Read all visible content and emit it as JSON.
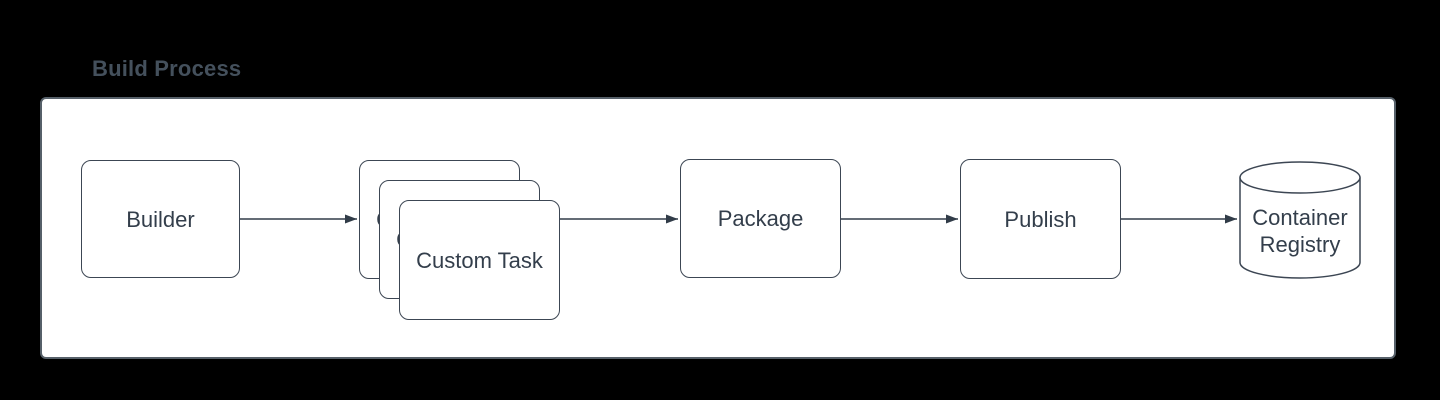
{
  "title": "Build Process",
  "nodes": {
    "builder": {
      "label": "Builder"
    },
    "custom_task": {
      "label": "Custom Task"
    },
    "package": {
      "label": "Package"
    },
    "publish": {
      "label": "Publish"
    },
    "container_registry": {
      "label": "Container Registry"
    }
  },
  "edges": [
    {
      "from": "Builder",
      "to": "Custom Task"
    },
    {
      "from": "Custom Task",
      "to": "Package"
    },
    {
      "from": "Package",
      "to": "Publish"
    },
    {
      "from": "Publish",
      "to": "Container Registry"
    }
  ],
  "colors": {
    "canvas_background": "#000000",
    "panel_background": "#ffffff",
    "panel_border": "#566069",
    "shape_border": "#3c4653",
    "shape_fill": "#ffffff",
    "text": "#333e4b",
    "title_text": "#44505c",
    "arrow": "#313c48"
  }
}
